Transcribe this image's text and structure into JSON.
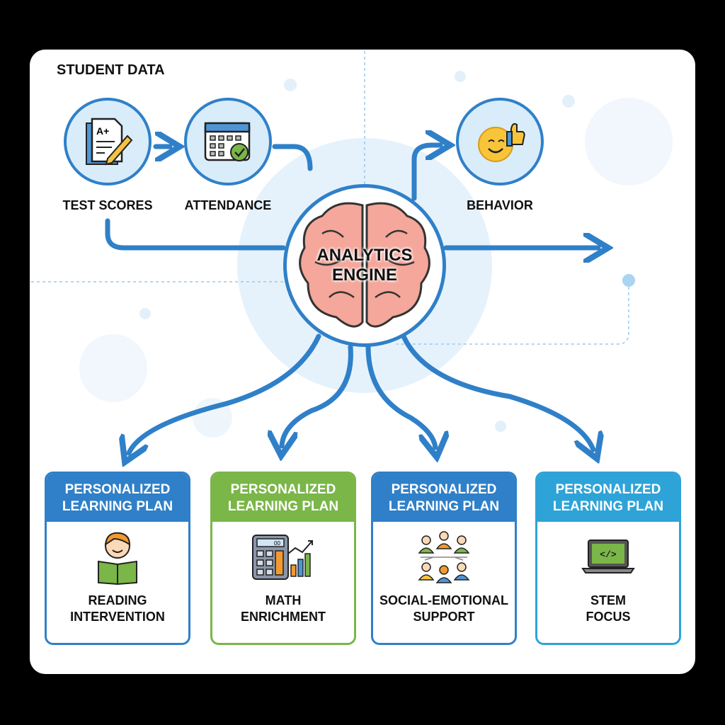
{
  "title": "STUDENT DATA",
  "inputs": [
    {
      "label": "TEST SCORES",
      "icon": "test-paper-icon"
    },
    {
      "label": "ATTENDANCE",
      "icon": "calendar-check-icon"
    },
    {
      "label": "BEHAVIOR",
      "icon": "smiley-thumbs-up-icon"
    }
  ],
  "engine": {
    "line1": "ANALYTICS",
    "line2": "ENGINE",
    "icon": "brain-icon"
  },
  "plans": [
    {
      "header1": "PERSONALIZED",
      "header2": "LEARNING PLAN",
      "name1": "READING",
      "name2": "INTERVENTION",
      "color": "#2f80c8",
      "icon": "child-reading-icon"
    },
    {
      "header1": "PERSONALIZED",
      "header2": "LEARNING PLAN",
      "name1": "MATH",
      "name2": "ENRICHMENT",
      "color": "#7ab648",
      "icon": "calculator-chart-icon"
    },
    {
      "header1": "PERSONALIZED",
      "header2": "LEARNING PLAN",
      "name1": "SOCIAL-EMOTIONAL",
      "name2": "SUPPORT",
      "color": "#2f80c8",
      "icon": "group-people-icon"
    },
    {
      "header1": "PERSONALIZED",
      "header2": "LEARNING PLAN",
      "name1": "STEM",
      "name2": "FOCUS",
      "color": "#2ea3d8",
      "icon": "laptop-code-icon"
    }
  ],
  "calc_display": "00",
  "colors": {
    "accent": "#2f80c8",
    "green": "#7ab648",
    "cyan": "#2ea3d8"
  }
}
